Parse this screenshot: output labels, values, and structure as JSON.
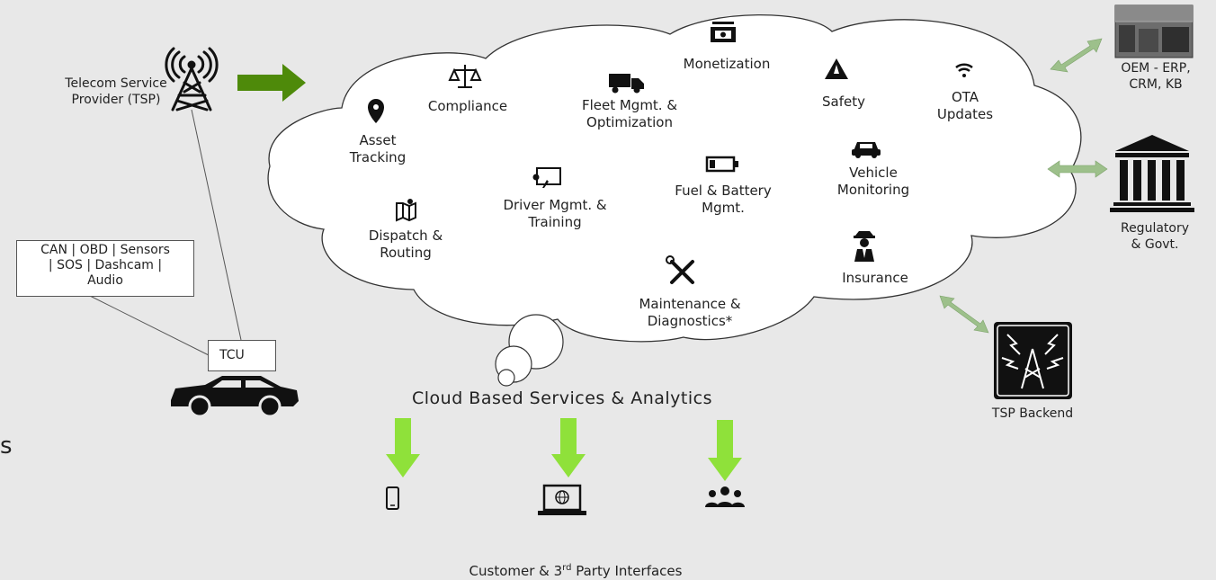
{
  "tsp": {
    "label": "Telecom Service\nProvider (TSP)",
    "icon": "cell-tower-icon"
  },
  "sensors": {
    "label": "CAN | OBD | Sensors\n| SOS | Dashcam |\nAudio"
  },
  "tcu": {
    "label": "TCU",
    "icon": "map-pin-icon"
  },
  "vehicle": {
    "icon": "car-icon"
  },
  "cloud": {
    "title": "Cloud Based Services & Analytics",
    "services": [
      {
        "label": "Asset\nTracking",
        "icon": "map-pin-icon"
      },
      {
        "label": "Compliance",
        "icon": "scales-icon"
      },
      {
        "label": "Fleet Mgmt. &\nOptimization",
        "icon": "truck-icon"
      },
      {
        "label": "Monetization",
        "icon": "money-icon"
      },
      {
        "label": "Safety",
        "icon": "warning-icon"
      },
      {
        "label": "OTA\nUpdates",
        "icon": "wifi-icon"
      },
      {
        "label": "Dispatch &\nRouting",
        "icon": "map-icon"
      },
      {
        "label": "Driver Mgmt. &\nTraining",
        "icon": "presentation-icon"
      },
      {
        "label": "Fuel & Battery\nMgmt.",
        "icon": "battery-icon"
      },
      {
        "label": "Vehicle\nMonitoring",
        "icon": "car-icon"
      },
      {
        "label": "Maintenance &\nDiagnostics*",
        "icon": "tools-icon"
      },
      {
        "label": "Insurance",
        "icon": "agent-icon"
      }
    ]
  },
  "external": {
    "oem": {
      "label": "OEM - ERP,\nCRM, KB",
      "icon": "factory-photo"
    },
    "regulatory": {
      "label": "Regulatory\n& Govt.",
      "icon": "government-building-icon"
    },
    "tsp_backend": {
      "label": "TSP Backend",
      "icon": "radio-tower-icon"
    }
  },
  "interfaces": {
    "title_main": "Customer & 3",
    "title_sup": "rd",
    "title_end": " Party Interfaces",
    "devices": [
      "smartphone-icon",
      "laptop-icon",
      "users-icon"
    ]
  },
  "edge_text": "s",
  "colors": {
    "dark_green": "#4e8a0a",
    "light_green": "#8fe13a",
    "pale_green": "#9dc08b",
    "background": "#e8e8e8"
  }
}
